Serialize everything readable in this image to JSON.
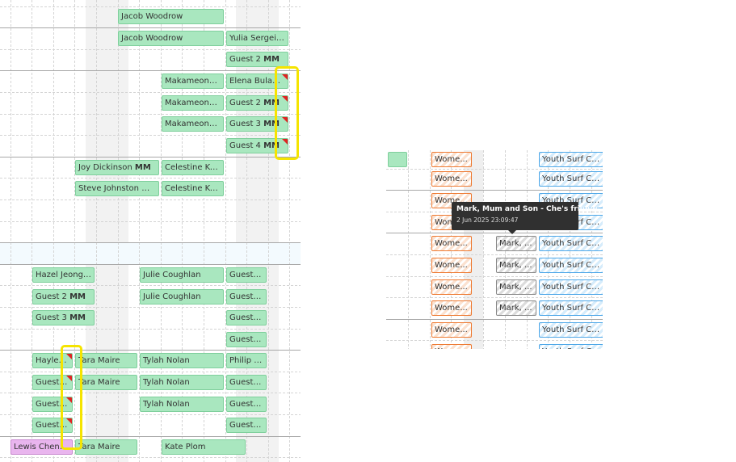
{
  "left_panel": {
    "rows": [
      {
        "events": [
          {
            "text": "Jacob Woodrow",
            "color": "green"
          }
        ]
      },
      {
        "events": [
          {
            "text": "Jacob Woodrow",
            "color": "green"
          },
          {
            "text": "Yulia Sergeiche...",
            "color": "green"
          }
        ]
      },
      {
        "events": [
          {
            "text": "Guest 2",
            "mm": "MM",
            "color": "green"
          }
        ]
      },
      {
        "events": [
          {
            "text": "Makameone M...",
            "color": "green"
          },
          {
            "text": "Elena Bulanova...",
            "color": "green",
            "flag": true
          }
        ]
      },
      {
        "events": [
          {
            "text": "Makameone M...",
            "color": "green"
          },
          {
            "text": "Guest 2",
            "mm": "MM",
            "color": "green",
            "flag": true
          }
        ]
      },
      {
        "events": [
          {
            "text": "Makameone M...",
            "color": "green"
          },
          {
            "text": "Guest 3",
            "mm": "MM",
            "color": "green",
            "flag": true
          }
        ]
      },
      {
        "events": [
          {
            "text": "Guest 4",
            "mm": "MM",
            "color": "green",
            "flag": true
          }
        ]
      },
      {
        "events": [
          {
            "text": "Joy Dickinson",
            "mm": "MM",
            "color": "green"
          },
          {
            "text": "Celestine Keki",
            "color": "green"
          }
        ]
      },
      {
        "events": [
          {
            "text": "Steve Johnston",
            "mm": "MM",
            "color": "green"
          },
          {
            "text": "Celestine Keki",
            "color": "green"
          }
        ]
      },
      {
        "events": [
          {
            "text": "Hazel Jeong",
            "mm": "M...",
            "color": "green"
          },
          {
            "text": "Julie Coughlan",
            "color": "green"
          },
          {
            "text": "Guest 1 ...",
            "color": "green"
          }
        ]
      },
      {
        "events": [
          {
            "text": "Guest 2",
            "mm": "MM",
            "color": "green"
          },
          {
            "text": "Julie Coughlan",
            "color": "green"
          },
          {
            "text": "Guest 2 ...",
            "color": "green"
          }
        ]
      },
      {
        "events": [
          {
            "text": "Guest 3",
            "mm": "MM",
            "color": "green"
          },
          {
            "text": "Guest 3 ...",
            "color": "green"
          }
        ]
      },
      {
        "events": [
          {
            "text": "Guest 4 ...",
            "color": "green"
          }
        ]
      },
      {
        "events": [
          {
            "text": "Hayley ...",
            "color": "green",
            "flag": true
          },
          {
            "text": "Tara Maire",
            "color": "green"
          },
          {
            "text": "Tylah Nolan",
            "color": "green"
          },
          {
            "text": "Philip Yo...",
            "color": "green"
          }
        ]
      },
      {
        "events": [
          {
            "text": "Guest 2...",
            "color": "green",
            "flag": true
          },
          {
            "text": "Tara Maire",
            "color": "green"
          },
          {
            "text": "Tylah Nolan",
            "color": "green"
          },
          {
            "text": "Guest 6 ...",
            "color": "green"
          }
        ]
      },
      {
        "events": [
          {
            "text": "Guest 3...",
            "color": "green",
            "flag": true
          },
          {
            "text": "Tylah Nolan",
            "color": "green"
          },
          {
            "text": "Guest 7 ...",
            "color": "green"
          }
        ]
      },
      {
        "events": [
          {
            "text": "Guest 4...",
            "color": "green",
            "flag": true
          },
          {
            "text": "Guest 8 ...",
            "color": "green"
          }
        ]
      },
      {
        "events": [
          {
            "text": "Lewis Chen",
            "mm": "MM",
            "color": "purple"
          },
          {
            "text": "Tara Maire",
            "color": "green"
          },
          {
            "text": "Kate Plom",
            "color": "green"
          }
        ]
      }
    ]
  },
  "right_panel": {
    "rows": [
      {
        "events": [
          {
            "text": "",
            "color": "green"
          },
          {
            "text": "Wome...",
            "color": "orange"
          },
          {
            "text": "Youth Surf Camp",
            "color": "blue"
          }
        ]
      },
      {
        "events": [
          {
            "text": "Wome...",
            "color": "orange"
          },
          {
            "text": "Youth Surf Camp",
            "color": "blue"
          }
        ]
      },
      {
        "events": [
          {
            "text": "Wome...",
            "color": "orange"
          },
          {
            "text": "Youth Surf Camp",
            "color": "blue"
          }
        ]
      },
      {
        "events": [
          {
            "text": "Wome...",
            "color": "orange"
          },
          {
            "text": "Youth Surf Camp",
            "color": "blue"
          }
        ]
      },
      {
        "events": [
          {
            "text": "Wome...",
            "color": "orange"
          },
          {
            "text": "Mark, ...",
            "color": "gray"
          },
          {
            "text": "Youth Surf Camp",
            "color": "blue"
          }
        ]
      },
      {
        "events": [
          {
            "text": "Wome...",
            "color": "orange"
          },
          {
            "text": "Mark, ...",
            "color": "gray"
          },
          {
            "text": "Youth Surf Camp",
            "color": "blue"
          }
        ]
      },
      {
        "events": [
          {
            "text": "Wome...",
            "color": "orange"
          },
          {
            "text": "Mark, ...",
            "color": "gray"
          },
          {
            "text": "Youth Surf Camp",
            "color": "blue"
          }
        ]
      },
      {
        "events": [
          {
            "text": "Wome...",
            "color": "orange"
          },
          {
            "text": "Mark, ...",
            "color": "gray"
          },
          {
            "text": "Youth Surf Camp",
            "color": "blue"
          }
        ]
      },
      {
        "events": [
          {
            "text": "Wome...",
            "color": "orange"
          },
          {
            "text": "Youth Surf Camp",
            "color": "blue"
          }
        ]
      },
      {
        "events": [
          {
            "text": "Wome...",
            "color": "orange"
          },
          {
            "text": "Youth Surf Camp",
            "color": "blue"
          }
        ]
      }
    ],
    "tooltip": {
      "title": "Mark, Mum and Son - Che's friends",
      "subtitle": "2 Jun 2025 23:09:47"
    }
  },
  "colors": {
    "highlight": "#f5e400",
    "event_green": "#a9e7bf",
    "event_purple": "#e9b5ee",
    "event_orange": "#ee7a32",
    "event_blue": "#4da7e8",
    "flag_red": "#e02424"
  }
}
